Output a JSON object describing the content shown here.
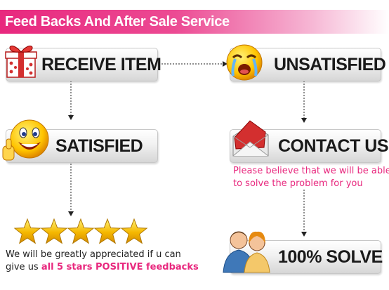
{
  "header": {
    "title": "Feed Backs And After Sale Service"
  },
  "steps": {
    "receive": "RECEIVE ITEM",
    "unsatisfied": "UNSATISFIED",
    "satisfied": "SATISFIED",
    "contact": "CONTACT US",
    "solve": "100% SOLVE"
  },
  "notes": {
    "contact_line1": "Please believe that we will be able",
    "contact_line2": "to solve the problem for you",
    "feedback_line1": "We will be greatly appreciated  if u can",
    "feedback_line2_prefix": "give us",
    "feedback_line2_highlight": "all 5 stars POSITIVE feedbacks"
  },
  "rating": {
    "stars": 5,
    "max": 5
  },
  "colors": {
    "accent": "#e8287e",
    "star": "#f5b800",
    "box_border": "#c7c7c7"
  }
}
